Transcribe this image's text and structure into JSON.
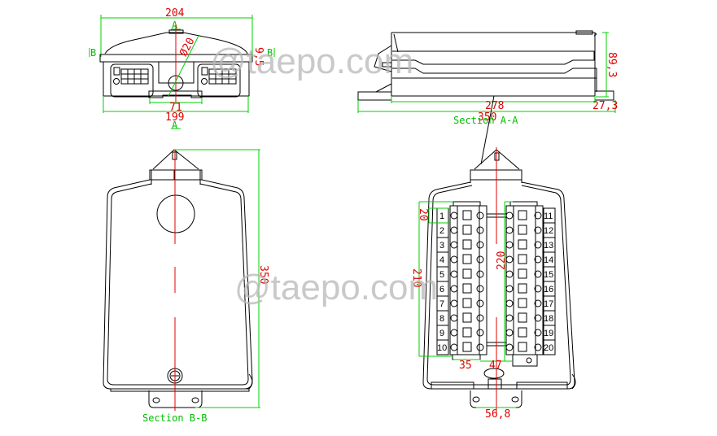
{
  "drawing": {
    "watermark_top": "@taepo.com",
    "watermark_middle": "@taepo.com",
    "colors": {
      "outline": "#000000",
      "centerline": "#e00000",
      "dimension_line": "#00d000",
      "dimension_text": "#e00000",
      "label_text": "#00c000",
      "watermark": "#b8b8b8"
    }
  },
  "top_view": {
    "dim_overall_width": "204",
    "dim_body_width": "199",
    "dim_foot_width": "71",
    "dim_hole_diameter": "Ø20",
    "dim_lip_height": "9,5",
    "section_mark_a_top": "A",
    "section_mark_a_bottom": "A",
    "section_mark_b_left": "B",
    "section_mark_b_right": "B"
  },
  "section_a": {
    "label": "Section A-A",
    "dim_length": "350",
    "dim_body_length": "278",
    "dim_height": "89,3",
    "dim_foot": "27,3"
  },
  "section_b": {
    "label": "Section B-B",
    "dim_height": "350"
  },
  "inner_view": {
    "dim_pitch": "20",
    "dim_left_height": "210",
    "dim_center_height": "220",
    "dim_block_width": "35",
    "dim_gap": "47",
    "dim_mount_spacing": "56,8",
    "terminals_left": [
      "1",
      "2",
      "3",
      "4",
      "5",
      "6",
      "7",
      "8",
      "9",
      "10"
    ],
    "terminals_right": [
      "11",
      "12",
      "13",
      "14",
      "15",
      "16",
      "17",
      "18",
      "19",
      "20"
    ]
  }
}
